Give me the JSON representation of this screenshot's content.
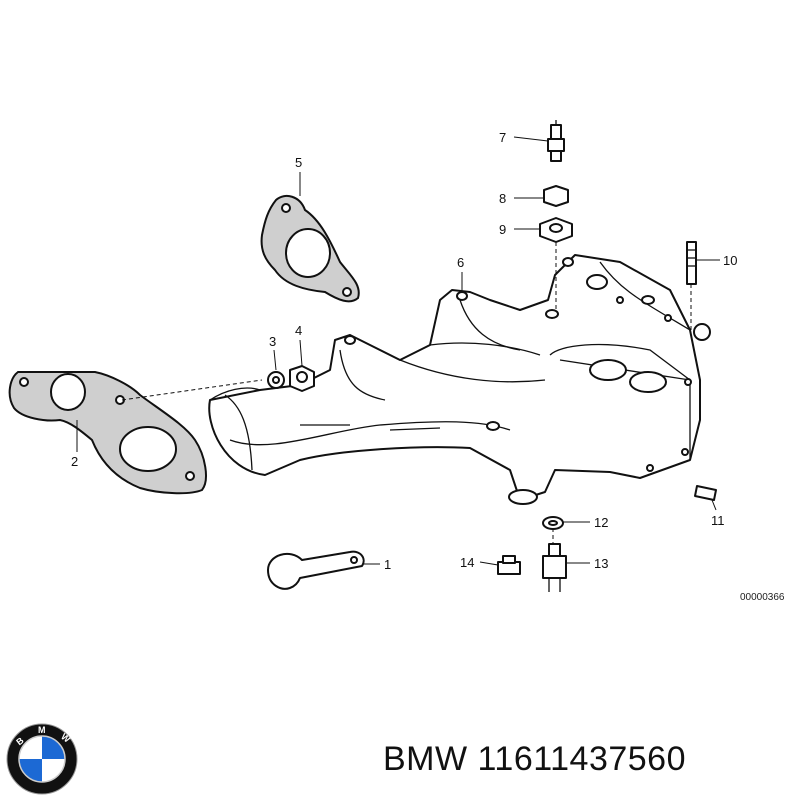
{
  "diagram": {
    "callouts": [
      "1",
      "2",
      "3",
      "4",
      "5",
      "6",
      "7",
      "8",
      "9",
      "10",
      "11",
      "12",
      "13",
      "14"
    ],
    "doc_id": "00000366"
  },
  "brand": {
    "name": "BMW",
    "part_number": "11611437560",
    "logo_text": "BMW",
    "logo_colors": {
      "ring": "#111111",
      "blue": "#1c69d4",
      "white": "#ffffff"
    }
  }
}
